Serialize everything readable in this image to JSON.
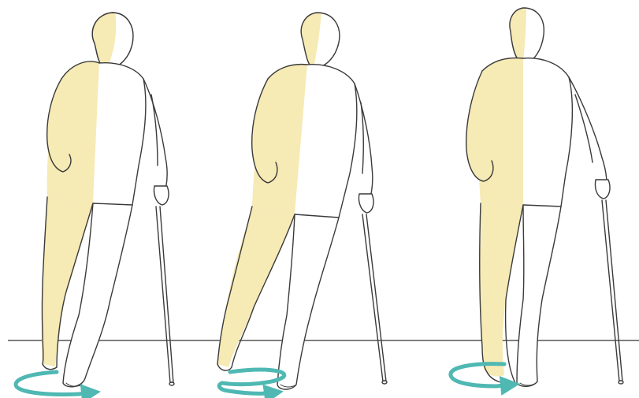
{
  "colors": {
    "affected_side": "#f6eab5",
    "outline": "#3a3a3a",
    "rotation_arrow": "#4fb8b3",
    "ground_line": "#333333",
    "background": "#ffffff"
  },
  "figures": [
    {
      "id": "figure-1",
      "icons": [
        "person-icon",
        "cane-icon",
        "rotation-arrow-icon"
      ]
    },
    {
      "id": "figure-2",
      "icons": [
        "person-icon",
        "cane-icon",
        "rotation-arrow-icon"
      ]
    },
    {
      "id": "figure-3",
      "icons": [
        "person-icon",
        "cane-icon",
        "rotation-arrow-icon"
      ]
    }
  ]
}
